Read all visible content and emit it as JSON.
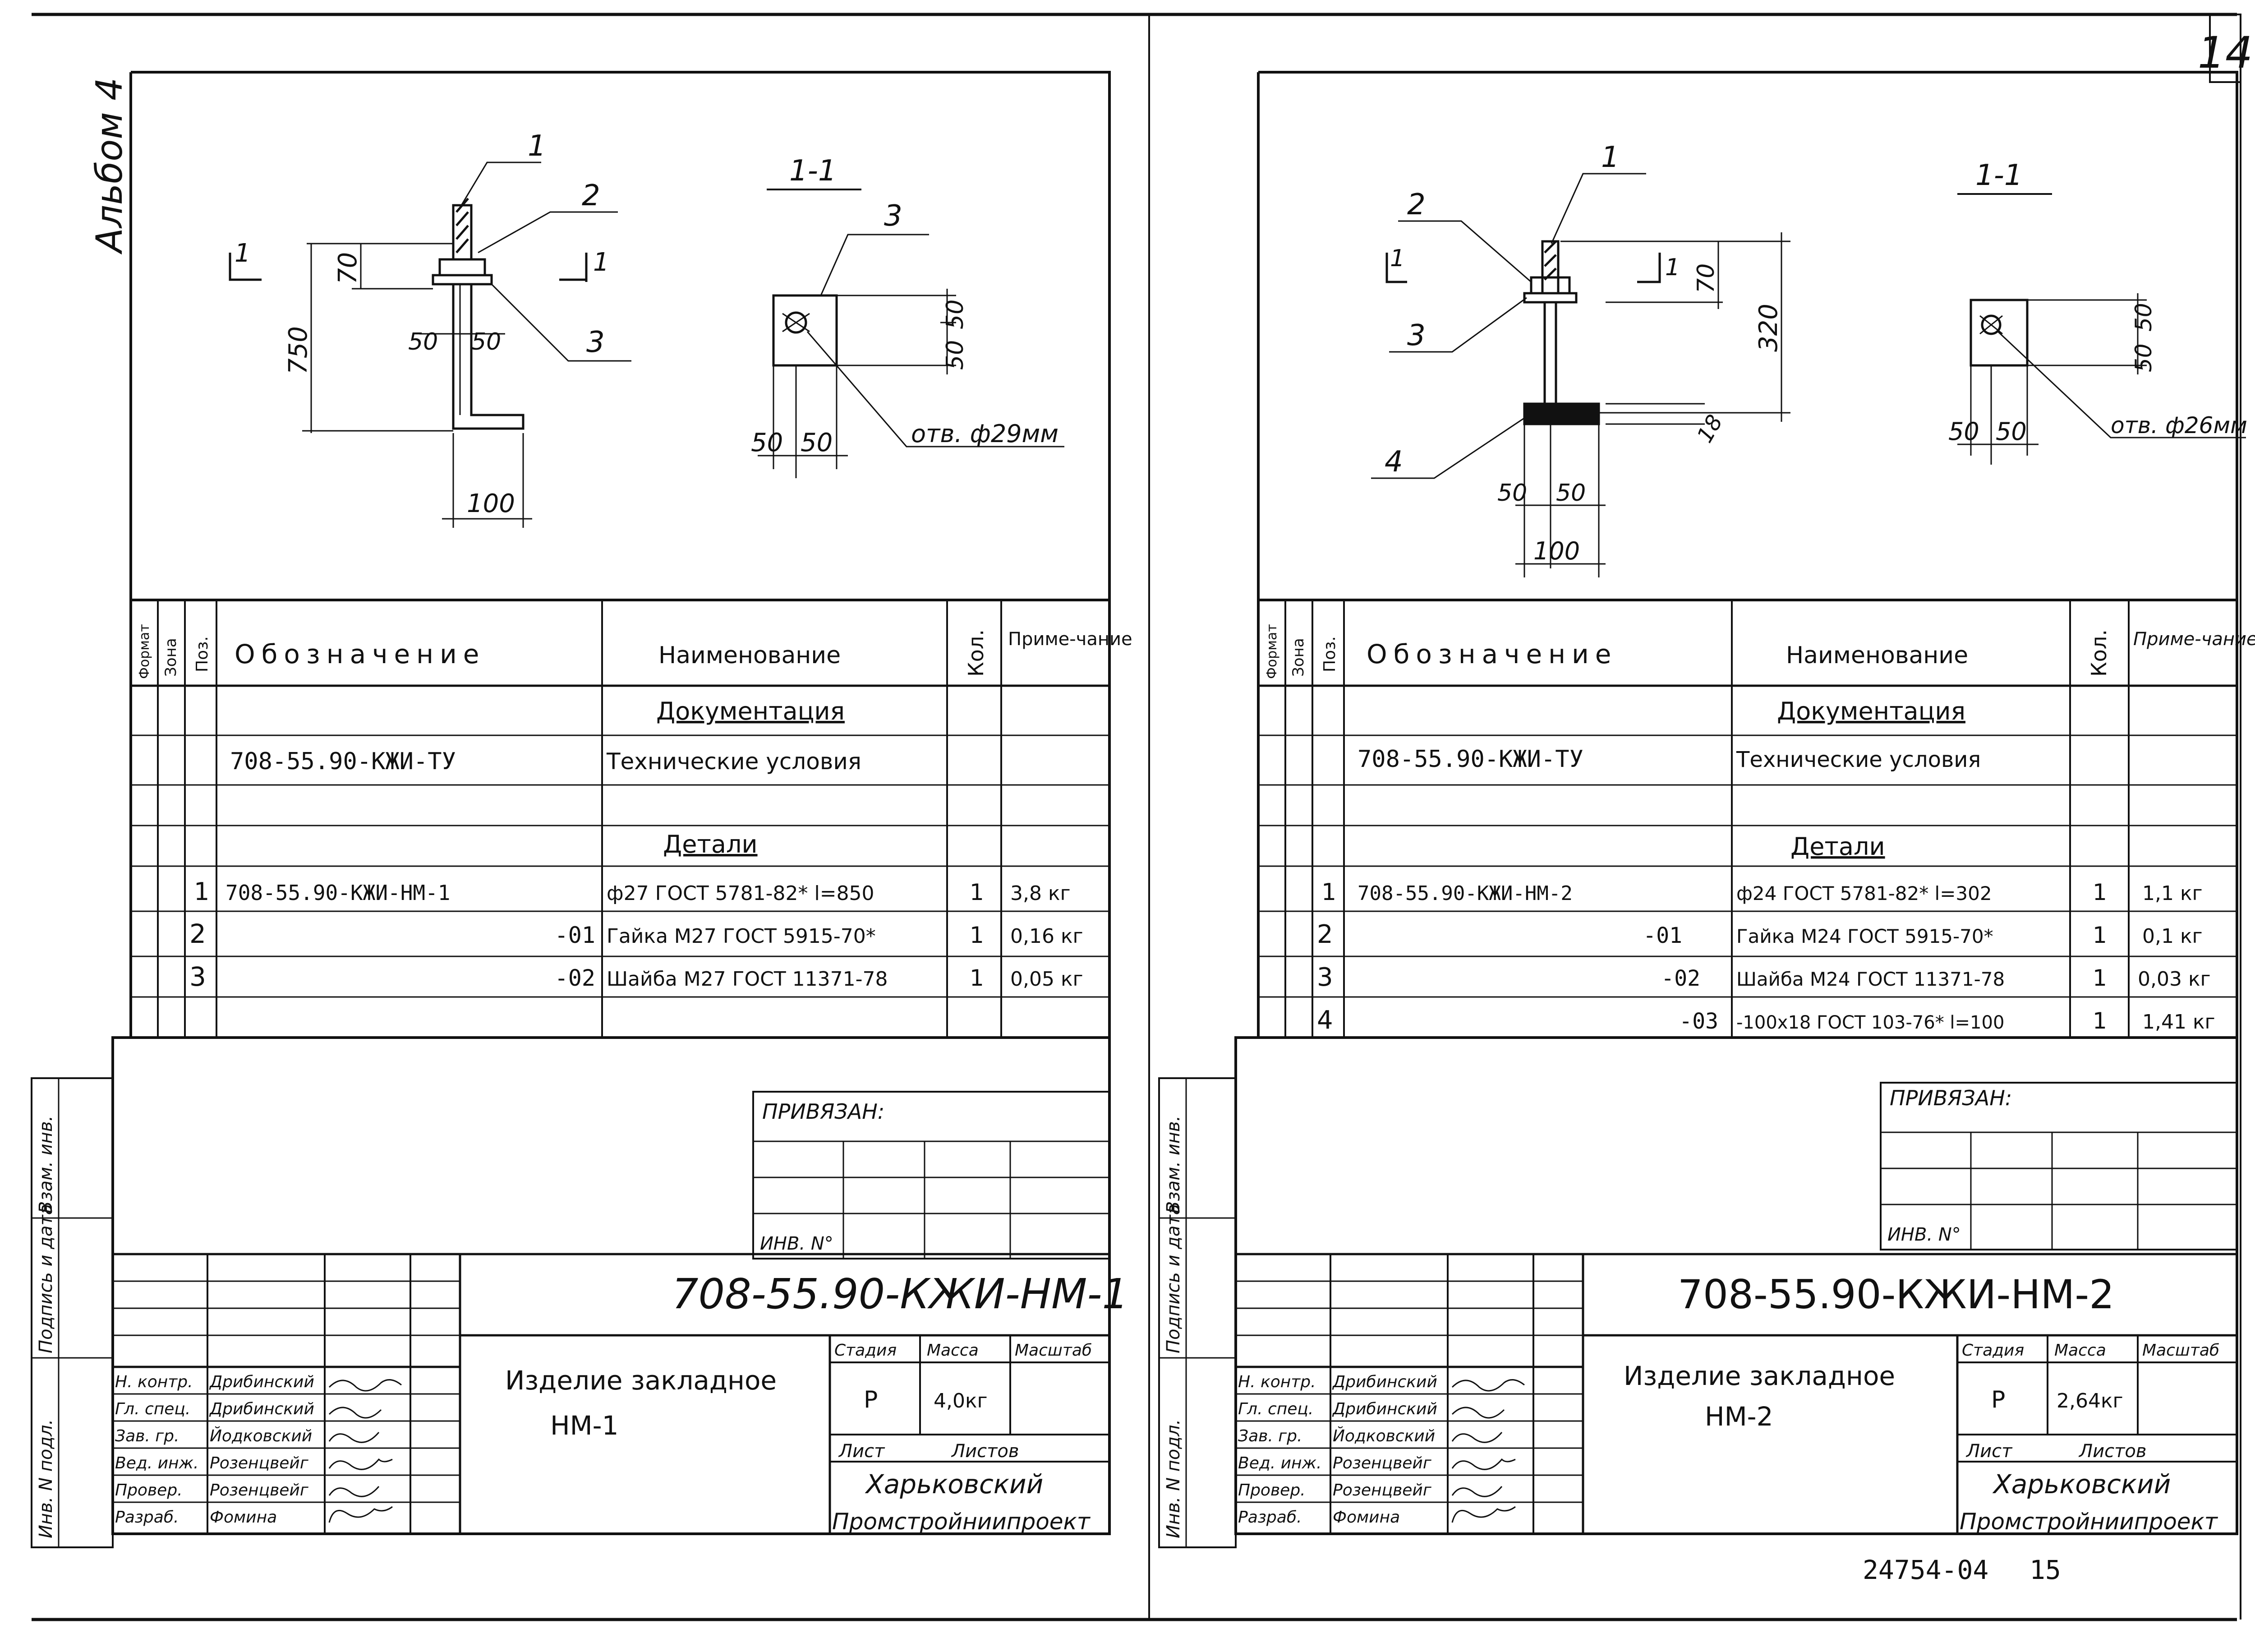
{
  "album_label": "Альбом 4",
  "page_number": "14",
  "archive_number": "24754-04",
  "archive_suffix": "15",
  "side_stamp": [
    "Инв. N подл.",
    "Подпись и дата",
    "Взам. инв."
  ],
  "spec_headers": {
    "format": "Формат",
    "zone": "Зона",
    "pos": "Поз.",
    "designation": "Обозначение",
    "name": "Наименование",
    "qty": "Кол.",
    "note": "Приме-чание"
  },
  "sections": {
    "documentation": "Документация",
    "parts": "Детали"
  },
  "attached": {
    "label": "ПРИВЯЗАН:",
    "inv_label": "ИНВ. N°"
  },
  "title_roles": [
    "Н. контр.",
    "Гл. спец.",
    "Зав. гр.",
    "Вед. инж.",
    "Провер.",
    "Разраб."
  ],
  "title_names": [
    "Дрибинский",
    "Дрибинский",
    "Йодковский",
    "Розенцвейг",
    "Розенцвейг",
    "Фомина"
  ],
  "title_col_heads": {
    "stage": "Стадия",
    "mass": "Масса",
    "scale": "Масштаб",
    "sheet": "Лист",
    "sheets": "Листов"
  },
  "organization": [
    "Харьковский",
    "Промстройниипроект"
  ],
  "sheets": [
    {
      "id": "hm1",
      "drawing": {
        "callouts": [
          "1",
          "2",
          "3"
        ],
        "section_label": "1-1",
        "section_mark": "1",
        "dims": {
          "height": "750",
          "top": "70",
          "left_half": "50",
          "right_half": "50",
          "foot": "100",
          "sec_w1": "50",
          "sec_w2": "50",
          "sec_h1": "50",
          "sec_h2": "50"
        },
        "hole": "отв. ф29мм"
      },
      "rows_doc": [
        {
          "pos": "",
          "designation": "708-55.90-КЖИ-ТУ",
          "name": "Технические условия",
          "qty": "",
          "note": ""
        }
      ],
      "rows_parts": [
        {
          "pos": "1",
          "designation": "708-55.90-КЖИ-НМ-1",
          "name": "ф27 ГОСТ 5781-82* l=850",
          "qty": "1",
          "note": "3,8 кг"
        },
        {
          "pos": "2",
          "designation": "-01",
          "name": "Гайка М27 ГОСТ 5915-70*",
          "qty": "1",
          "note": "0,16 кг"
        },
        {
          "pos": "3",
          "designation": "-02",
          "name": "Шайба М27 ГОСТ 11371-78",
          "qty": "1",
          "note": "0,05 кг"
        }
      ],
      "doc_code": "708-55.90-КЖИ-НМ-1",
      "product": [
        "Изделие закладное",
        "НМ-1"
      ],
      "stage": "Р",
      "mass": "4,0кг"
    },
    {
      "id": "hm2",
      "drawing": {
        "callouts": [
          "1",
          "2",
          "3",
          "4"
        ],
        "section_label": "1-1",
        "section_mark": "1",
        "dims": {
          "height": "320",
          "top": "70",
          "plate": "18",
          "left_half": "50",
          "right_half": "50",
          "foot": "100",
          "sec_w1": "50",
          "sec_w2": "50",
          "sec_h1": "50",
          "sec_h2": "50"
        },
        "hole": "отв. ф26мм"
      },
      "rows_doc": [
        {
          "pos": "",
          "designation": "708-55.90-КЖИ-ТУ",
          "name": "Технические условия",
          "qty": "",
          "note": ""
        }
      ],
      "rows_parts": [
        {
          "pos": "1",
          "designation": "708-55.90-КЖИ-НМ-2",
          "name": "ф24 ГОСТ 5781-82* l=302",
          "qty": "1",
          "note": "1,1 кг"
        },
        {
          "pos": "2",
          "designation": "-01",
          "name": "Гайка М24 ГОСТ 5915-70*",
          "qty": "1",
          "note": "0,1 кг"
        },
        {
          "pos": "3",
          "designation": "-02",
          "name": "Шайба М24 ГОСТ 11371-78",
          "qty": "1",
          "note": "0,03 кг"
        },
        {
          "pos": "4",
          "designation": "-03",
          "name": "-100х18 ГОСТ 103-76* l=100",
          "qty": "1",
          "note": "1,41 кг"
        }
      ],
      "doc_code": "708-55.90-КЖИ-НМ-2",
      "product": [
        "Изделие закладное",
        "НМ-2"
      ],
      "stage": "Р",
      "mass": "2,64кг"
    }
  ]
}
